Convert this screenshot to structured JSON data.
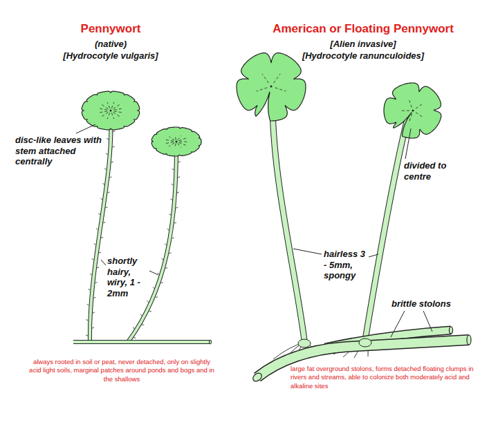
{
  "diagram": {
    "labels": [
      "Pennywort",
      "(native)",
      "[Hydrocotyle vulgaris]",
      "American or Floating Pennywort",
      "[Alien invasive]",
      "[Hydrocotyle ranunculoides]",
      "disc-like leaves with stem attached centrally",
      "shortly hairy, wiry, 1 - 2mm",
      "always rooted in soil or peat, never detached, only on slightly acid light soils, marginal patches around ponds and bogs and in the shallows",
      "divided to centre",
      "hairless 3 - 5mm, spongy",
      "brittle stolons",
      "large fat overground stolons, forms detached floating clumps in rivers and streams, able to colonize both moderately acid and alkaline sites"
    ]
  }
}
